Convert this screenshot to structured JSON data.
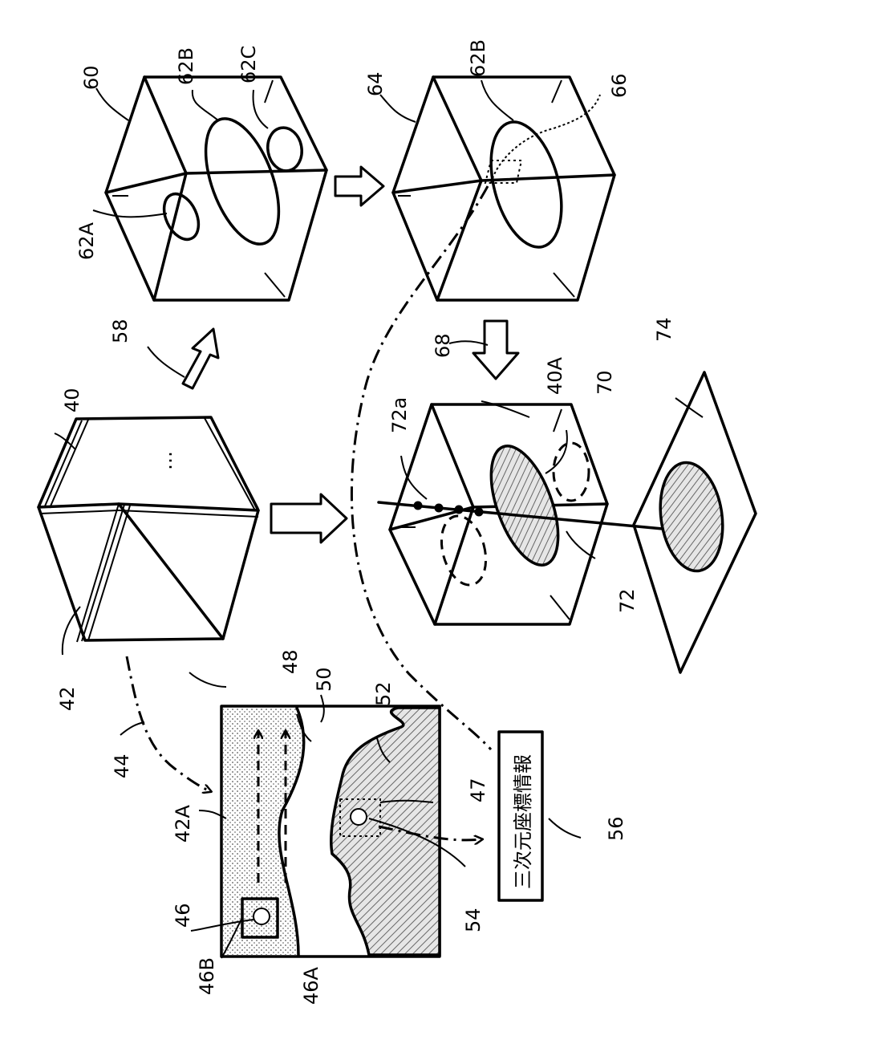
{
  "labels": {
    "l40": "40",
    "l40a": "40A",
    "l42": "42",
    "l42a": "42A",
    "l44": "44",
    "l46": "46",
    "l46a": "46A",
    "l46b": "46B",
    "l47": "47",
    "l48": "48",
    "l50": "50",
    "l52": "52",
    "l54": "54",
    "l56": "56",
    "l58": "58",
    "l60": "60",
    "l62a": "62A",
    "l62b": "62B",
    "l62b2": "62B",
    "l62c": "62C",
    "l64": "64",
    "l66": "66",
    "l68": "68",
    "l70": "70",
    "l72": "72",
    "l72a": "72a",
    "l74": "74"
  },
  "info_box_text": "三次元座標情報",
  "ellipsis": "…"
}
